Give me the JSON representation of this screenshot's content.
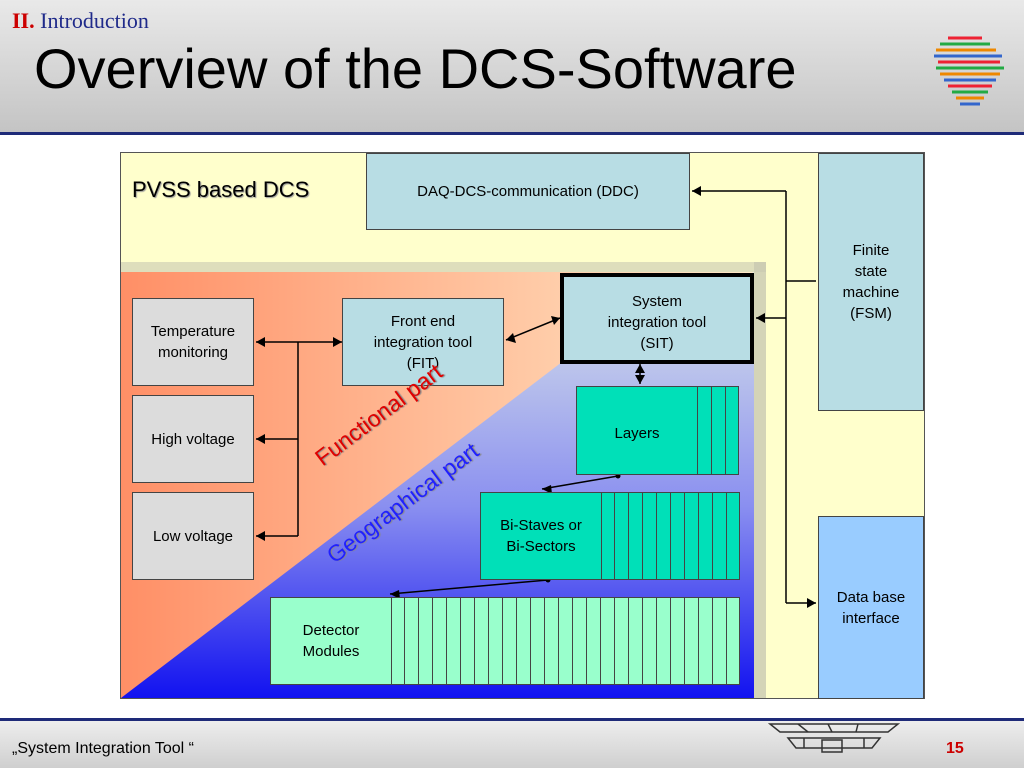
{
  "header": {
    "section_number": "II.",
    "section_name": "Introduction",
    "title": "Overview of the DCS-Software"
  },
  "diagram": {
    "pvss_label": "PVSS based DCS",
    "ddc": "DAQ-DCS-communication (DDC)",
    "fsm": [
      "Finite",
      "state",
      "machine",
      "(FSM)"
    ],
    "sit": [
      "System",
      "integration tool",
      "(SIT)"
    ],
    "fit": [
      "Front end",
      "integration tool",
      "(FIT)"
    ],
    "temperature": [
      "Temperature",
      "monitoring"
    ],
    "high_voltage": "High voltage",
    "low_voltage": "Low voltage",
    "functional_part": "Functional part",
    "geographical_part": "Geographical part",
    "layers": "Layers",
    "bistaves": [
      "Bi-Staves or",
      "Bi-Sectors"
    ],
    "detector": [
      "Detector",
      "Modules"
    ],
    "database": [
      "Data base",
      "interface"
    ]
  },
  "footer": {
    "text": "„System Integration Tool “",
    "page": "15"
  },
  "colors": {
    "accent_rule": "#1e2a78",
    "section_number": "#cc0000",
    "functional": "#e00000",
    "geographical": "#2020ff"
  }
}
